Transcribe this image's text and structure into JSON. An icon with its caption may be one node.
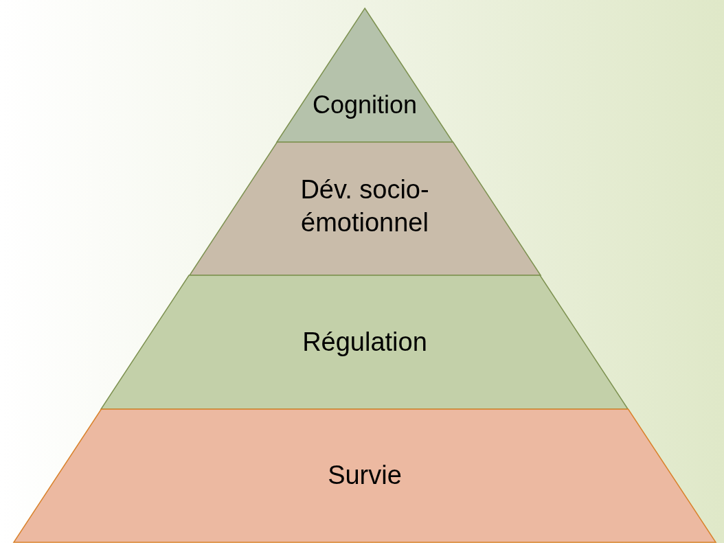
{
  "diagram": {
    "nodes": [
      {
        "text": [
          "Cognition"
        ]
      },
      {
        "text": [
          "Dév. socio-émotionnel"
        ]
      },
      {
        "text": [
          "Régulation"
        ]
      },
      {
        "text": [
          "Survie"
        ]
      }
    ]
  }
}
